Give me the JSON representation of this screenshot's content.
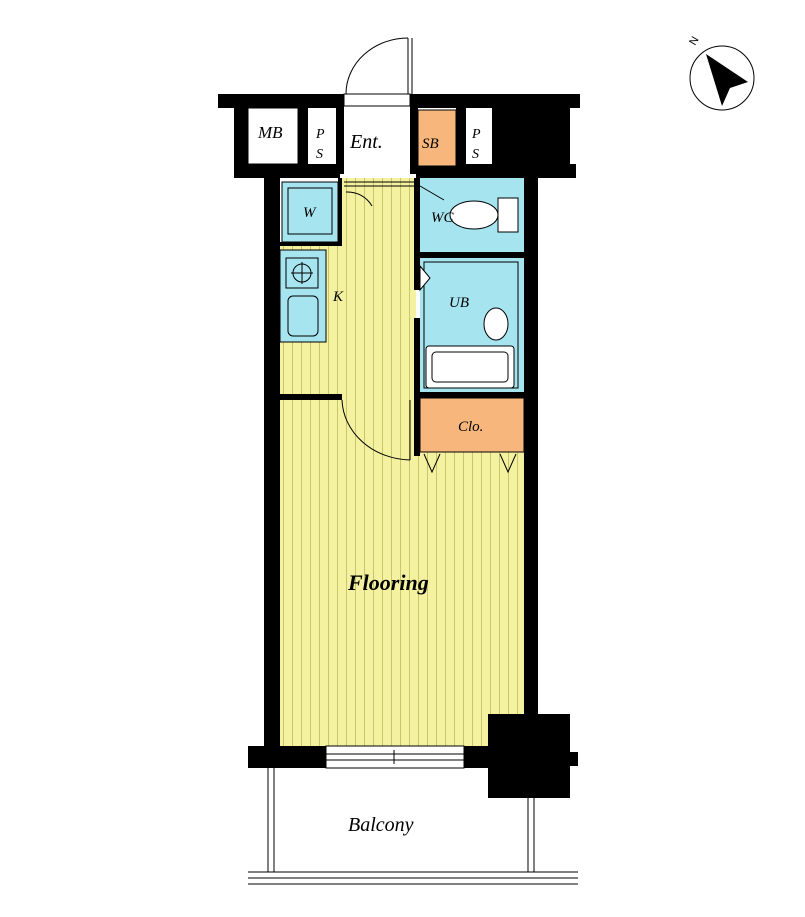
{
  "rooms": {
    "mb": "MB",
    "ps_left": [
      "P",
      "S"
    ],
    "entrance": "Ent.",
    "shoe_box": "SB",
    "ps_right": [
      "P",
      "S"
    ],
    "washer": "W",
    "toilet": "WC",
    "kitchen": "K",
    "bath": "UB",
    "closet": "Clo.",
    "main_room": "Flooring",
    "balcony": "Balcony"
  },
  "compass": {
    "north_label": "N"
  },
  "colors": {
    "flooring": "#f4f2a0",
    "wet_area": "#a6e4ef",
    "storage": "#f7b77c",
    "wall": "#000000"
  }
}
